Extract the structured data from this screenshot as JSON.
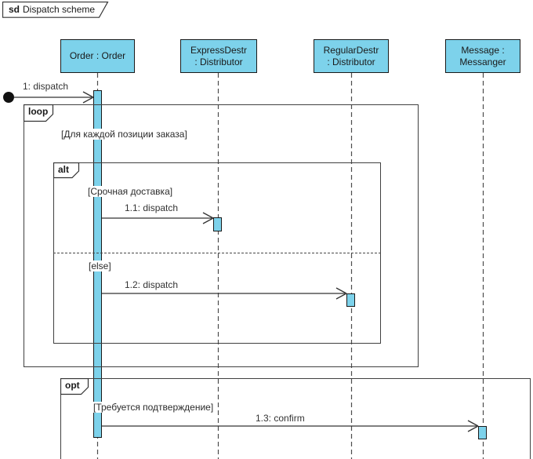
{
  "diagram": {
    "title": {
      "keyword": "sd",
      "name": "Dispatch scheme"
    }
  },
  "lifelines": [
    {
      "id": "order",
      "line1": "Order : Order",
      "line2": ""
    },
    {
      "id": "express",
      "line1": "ExpressDestr",
      "line2": ": Distributor"
    },
    {
      "id": "regular",
      "line1": "RegularDestr",
      "line2": ": Distributor"
    },
    {
      "id": "messanger",
      "line1": "Message :",
      "line2": "Messanger"
    }
  ],
  "fragments": {
    "loop": {
      "label": "loop",
      "guard": "[Для каждой позиции заказа]"
    },
    "alt": {
      "label": "alt",
      "guard_urgent": "[Срочная доставка]",
      "guard_else": "[else]"
    },
    "opt": {
      "label": "opt",
      "guard": "[Требуется подтверждение]"
    }
  },
  "messages": [
    {
      "label": "1: dispatch"
    },
    {
      "label": "1.1: dispatch"
    },
    {
      "label": "1.2: dispatch"
    },
    {
      "label": "1.3: confirm"
    }
  ],
  "colors": {
    "lifeline_fill": "#7dd2eb",
    "activation_fill": "#7dd2eb",
    "shape_border": "#1a1a1a",
    "frame_border": "#404040",
    "message_line": "#333333"
  }
}
